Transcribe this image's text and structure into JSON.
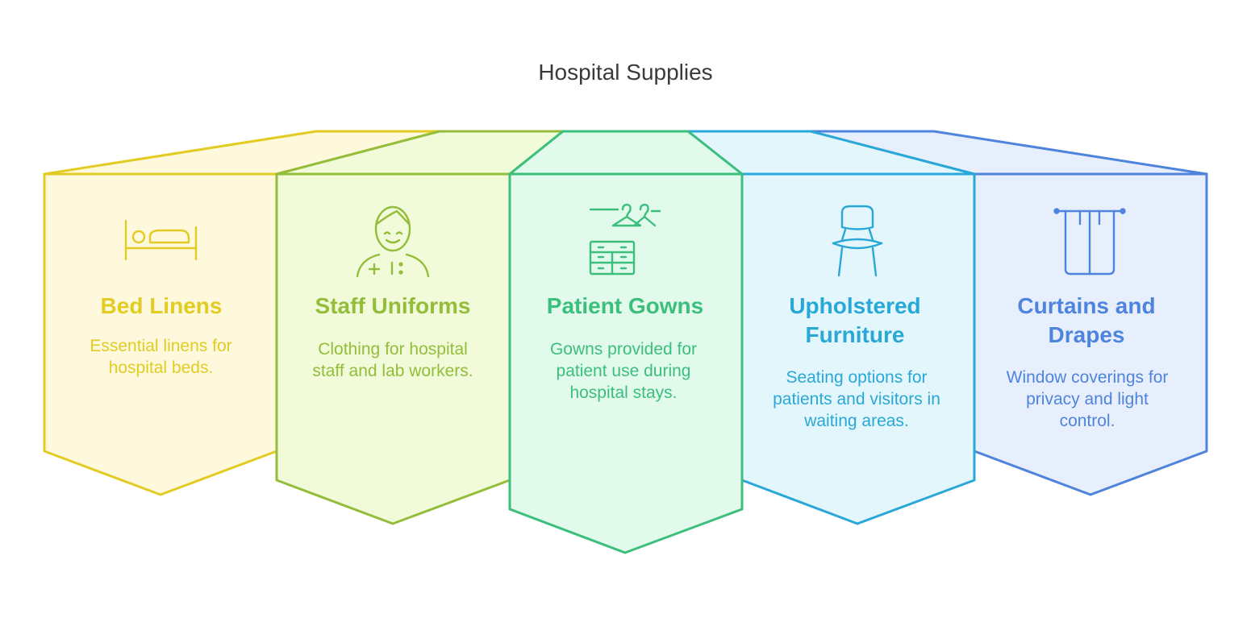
{
  "title": "Hospital Supplies",
  "items": [
    {
      "heading": "Bed Linens",
      "description": "Essential linens for hospital beds.",
      "icon": "bed-icon",
      "color": "#E2CC24",
      "fill": "#FEF9DC"
    },
    {
      "heading": "Staff Uniforms",
      "description": "Clothing for hospital staff and lab workers.",
      "icon": "staff-person-icon",
      "color": "#93BD3A",
      "fill": "#F2FBD9"
    },
    {
      "heading": "Patient Gowns",
      "description": "Gowns provided for patient use during hospital stays.",
      "icon": "dresser-hangers-icon",
      "color": "#3CBF7D",
      "fill": "#E1FAEC"
    },
    {
      "heading": "Upholstered Furniture",
      "description": "Seating options for patients and visitors in waiting areas.",
      "icon": "chair-icon",
      "color": "#29A8D8",
      "fill": "#E3F6FC"
    },
    {
      "heading": "Curtains and Drapes",
      "description": "Window coverings for privacy and light control.",
      "icon": "curtains-icon",
      "color": "#4E84DD",
      "fill": "#E8EFFC"
    }
  ]
}
